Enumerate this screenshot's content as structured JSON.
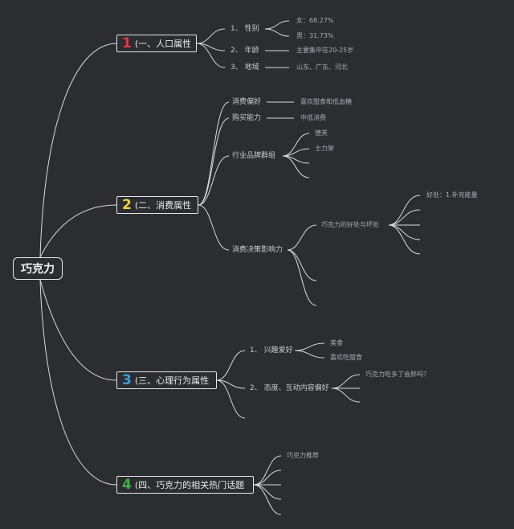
{
  "root": "巧克力",
  "colors": {
    "num1": "#e23a4a",
    "num2": "#f1d23a",
    "num3": "#3a9fe0",
    "num4": "#3fb24a",
    "line": "#d9dadc"
  },
  "b1": {
    "num": "1",
    "label": "(一、人口属性",
    "c1": "1、 性别",
    "c1a": "女：68.27%",
    "c1b": "男：31.73%",
    "c2": "2、 年龄",
    "c2v": "主要集中在20-25岁",
    "c3": "3、 地域",
    "c3v": "山东、广东、河北"
  },
  "b2": {
    "num": "2",
    "label": "(二、消费属性",
    "c1": "消费偏好",
    "c1v": "喜欢甜食和低血糖",
    "c2": "购买能力",
    "c2v": "中低消费",
    "c3": "行业品牌群组",
    "c3a": "德芙",
    "c3b": "士力架",
    "c4": "消费决策影响力",
    "c4a": "巧克力的好处与坏处",
    "c4aa": "好处：1.补充能量"
  },
  "b3": {
    "num": "3",
    "label": "(三、心理行为属性",
    "c1": "1、 兴趣爱好",
    "c1a": "美食",
    "c1b": "喜欢吃甜食",
    "c2": "2、 态度、互动内容偏好",
    "c2a": "巧克力吃多了会胖吗？"
  },
  "b4": {
    "num": "4",
    "label": "(四、巧克力的相关热门话题",
    "c1": "巧克力推荐"
  }
}
